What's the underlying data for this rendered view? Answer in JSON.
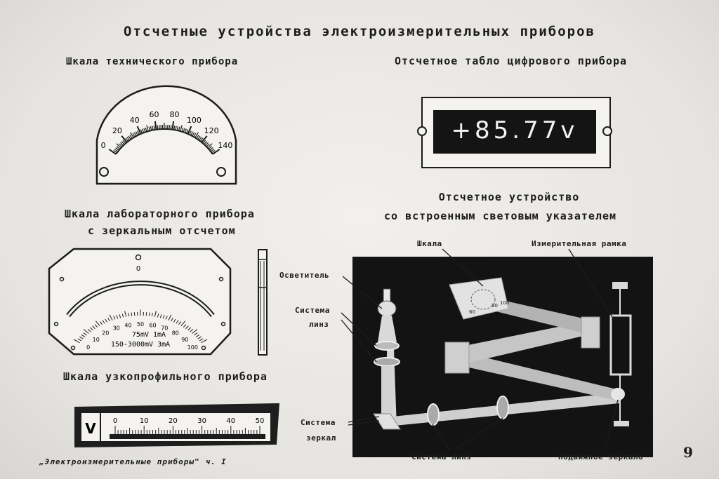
{
  "title": "Отсчетные устройства электроизмерительных приборов",
  "technical": {
    "title": "Шкала технического прибора",
    "ticks": [
      "0",
      "20",
      "40",
      "60",
      "80",
      "100",
      "120",
      "140"
    ]
  },
  "digital": {
    "title": "Отсчетное табло цифрового прибора",
    "reading": "+85.77v"
  },
  "laboratory": {
    "title_line1": "Шкала лабораторного прибора",
    "title_line2": "с зеркальным отсчетом",
    "zero": "0",
    "ticks": [
      "0",
      "10",
      "20",
      "30",
      "40",
      "50",
      "60",
      "70",
      "80",
      "90",
      "100"
    ],
    "range1": "75mV   1mA",
    "range2": "150-3000mV 3mA"
  },
  "builtin": {
    "title_line1": "Отсчетное устройство",
    "title_line2": "со встроенным световым указателем",
    "labels": {
      "scale": "Шкала",
      "frame": "Измерительная рамка",
      "illuminator": "Осветитель",
      "lens_system_1": "Система",
      "lens_system_2": "линз",
      "mirror_system_1": "Система",
      "mirror_system_2": "зеркал",
      "lens_system_bottom": "Система линз",
      "moving_mirror": "Подвижное зеркало"
    },
    "scale_ticks": [
      "60",
      "80",
      "100"
    ]
  },
  "narrow": {
    "title": "Шкала узкопрофильного прибора",
    "unit": "V",
    "ticks": [
      "0",
      "10",
      "20",
      "30",
      "40",
      "50"
    ]
  },
  "footer": "„Электроизмерительные приборы\" ч. I",
  "page_number": "9"
}
